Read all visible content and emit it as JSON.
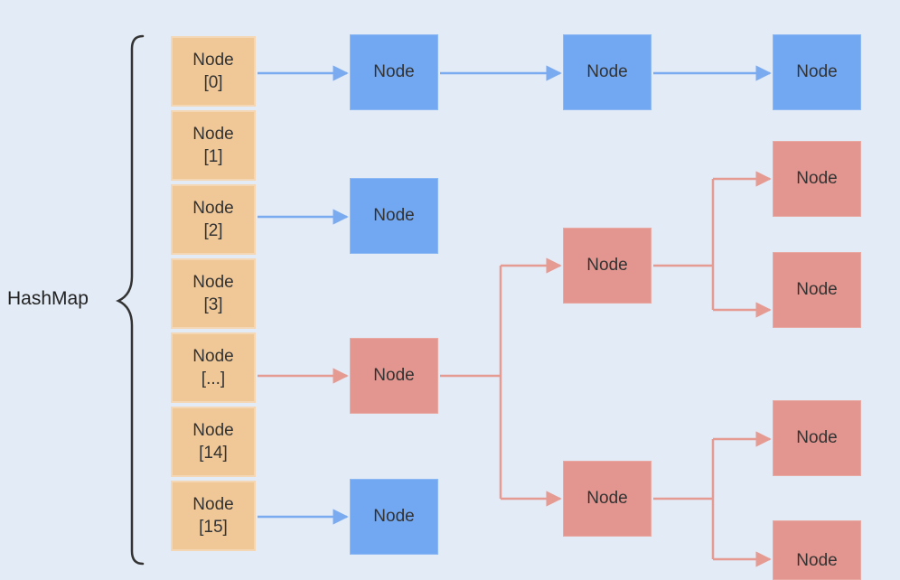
{
  "colors": {
    "background": "#e3ebf6",
    "bucket": "#f0c898",
    "list_node": "#72a8f2",
    "tree_node": "#e3968f",
    "list_arrow": "#7aaaf0",
    "tree_arrow": "#e59a92",
    "brace": "#333333"
  },
  "hashmap": {
    "label": "HashMap"
  },
  "buckets": [
    {
      "name": "Node",
      "index": "[0]"
    },
    {
      "name": "Node",
      "index": "[1]"
    },
    {
      "name": "Node",
      "index": "[2]"
    },
    {
      "name": "Node",
      "index": "[3]"
    },
    {
      "name": "Node",
      "index": "[...]"
    },
    {
      "name": "Node",
      "index": "[14]"
    },
    {
      "name": "Node",
      "index": "[15]"
    }
  ],
  "linked_list_0": [
    "Node",
    "Node",
    "Node"
  ],
  "linked_list_2": [
    "Node"
  ],
  "linked_list_15": [
    "Node"
  ],
  "tree": {
    "root": "Node",
    "upper": {
      "label": "Node",
      "children": [
        "Node",
        "Node"
      ]
    },
    "lower": {
      "label": "Node",
      "children": [
        "Node",
        "Node"
      ]
    }
  }
}
